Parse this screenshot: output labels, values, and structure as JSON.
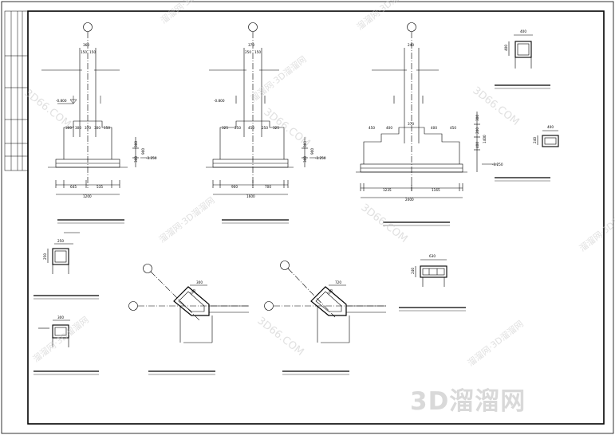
{
  "watermarks": {
    "site": "3D66.COM",
    "network": "溜溜网·3D溜溜网",
    "brand": "3D溜溜网"
  },
  "elevation_labels": {
    "a": "-0.800",
    "b": "-3.250"
  },
  "footing_1": {
    "top_width": "360",
    "top_split": [
      "150",
      "150"
    ],
    "step_dims": [
      "300",
      "300",
      "370",
      "300",
      "150"
    ],
    "base_dims": [
      "645",
      "535"
    ],
    "total": "1200",
    "side_dims": [
      "300",
      "300",
      "900"
    ]
  },
  "footing_2": {
    "top_width": "370",
    "top_split": [
      "250",
      "150"
    ],
    "step_dims": [
      "325",
      "250",
      "450",
      "250",
      "325"
    ],
    "base_dims": [
      "900",
      "700"
    ],
    "total": "1600",
    "side_dims": [
      "300",
      "300",
      "900"
    ]
  },
  "footing_3": {
    "top_width": "240",
    "step_dims": [
      "450",
      "400",
      "370",
      "400",
      "450"
    ],
    "base_dims": [
      "1235",
      "1165"
    ],
    "total": "2400",
    "side_dims": [
      "300",
      "200",
      "400",
      "1400"
    ]
  },
  "column_sections": {
    "c1_width": "400",
    "c1_height": "400",
    "c2_width": "400",
    "c2_height": "240",
    "c3_width": "630",
    "c3_height": "240",
    "c4_width": "250",
    "c4_height": "250",
    "c5_width": "300",
    "corner1_dims": [
      "300",
      "180"
    ],
    "corner2_dims": [
      "720",
      "180"
    ]
  }
}
